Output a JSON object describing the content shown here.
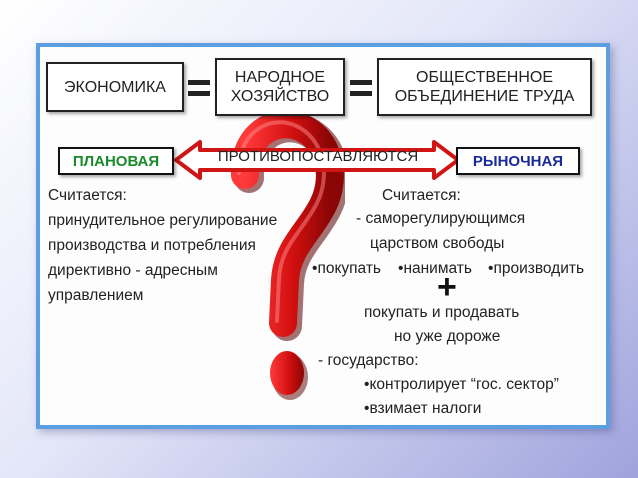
{
  "equation": {
    "term1": "ЭКОНОМИКА",
    "term2_line1": "НАРОДНОЕ",
    "term2_line2": "ХОЗЯЙСТВО",
    "term3_line1": "ОБЩЕСТВЕННОЕ",
    "term3_line2": "ОБЪЕДИНЕНИЕ ТРУДА"
  },
  "comparison": {
    "left_label": "ПЛАНОВАЯ",
    "middle_label": "ПРОТИВОПОСТАВЛЯЮТСЯ",
    "right_label": "РЫНОЧНАЯ"
  },
  "left_column": {
    "heading": "Считается:",
    "lines": [
      "принудительное регулирование",
      "производства и потребления",
      "директивно - адресным",
      "управлением"
    ]
  },
  "right_column": {
    "heading": "Считается:",
    "line1": "- саморегулирующимся",
    "line2": "царством свободы",
    "bullets1": [
      "покупать",
      "нанимать",
      "производить"
    ],
    "plus": "+",
    "line3": "покупать и продавать",
    "line4": "но уже дороже",
    "line5": "- государство:",
    "bullets2": [
      "контролирует “гос. сектор”",
      "взимает налоги"
    ]
  },
  "colors": {
    "planned": "#1a8a2a",
    "market": "#1a2a9a",
    "arrow": "#d01515",
    "question": "#c41010",
    "frame": "#5c9fe0"
  },
  "icons": {
    "question_mark": "question-mark-icon",
    "arrow": "double-arrow-icon"
  }
}
